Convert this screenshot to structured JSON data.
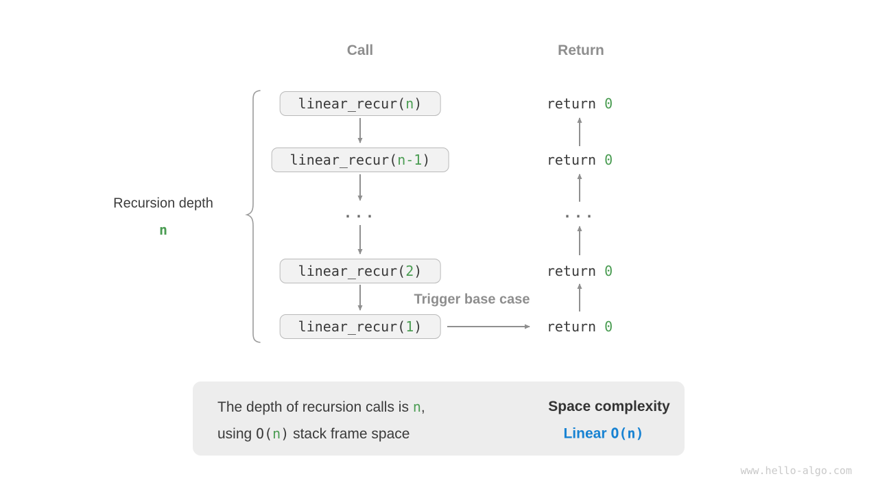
{
  "colors": {
    "green": "#4a9c52",
    "blue": "#1782d2",
    "gray_label": "#8e8e8e",
    "dark_text": "#3a3a3a",
    "arrow_gray": "#8f8f8f",
    "box_fill": "#f2f2f2",
    "box_border": "#b9b9b9",
    "summary_fill": "#ededed"
  },
  "headers": {
    "call": "Call",
    "return": "Return"
  },
  "left_label": {
    "line1": "Recursion depth",
    "line2": "n"
  },
  "call_column": [
    {
      "prefix": "linear_recur(",
      "arg": "n",
      "suffix": ")"
    },
    {
      "prefix": "linear_recur(",
      "arg": "n-1",
      "suffix": ")"
    },
    {
      "prefix": "linear_recur(",
      "arg": "2",
      "suffix": ")"
    },
    {
      "prefix": "linear_recur(",
      "arg": "1",
      "suffix": ")"
    }
  ],
  "return_column": [
    {
      "keyword": "return ",
      "value": "0"
    },
    {
      "keyword": "return ",
      "value": "0"
    },
    {
      "keyword": "return ",
      "value": "0"
    },
    {
      "keyword": "return ",
      "value": "0"
    }
  ],
  "ellipsis": "...",
  "trigger_label": "Trigger base case",
  "summary": {
    "line1_pre": "The depth of recursion calls is ",
    "line1_n": "n",
    "line1_post": ",",
    "line2_pre": "using ",
    "line2_o_open": "O(",
    "line2_n": "n",
    "line2_o_close": ")",
    "line2_post": " stack frame space",
    "result_title": "Space complexity",
    "result_linear": "Linear ",
    "result_code": "O(n)"
  },
  "watermark": "www.hello-algo.com"
}
